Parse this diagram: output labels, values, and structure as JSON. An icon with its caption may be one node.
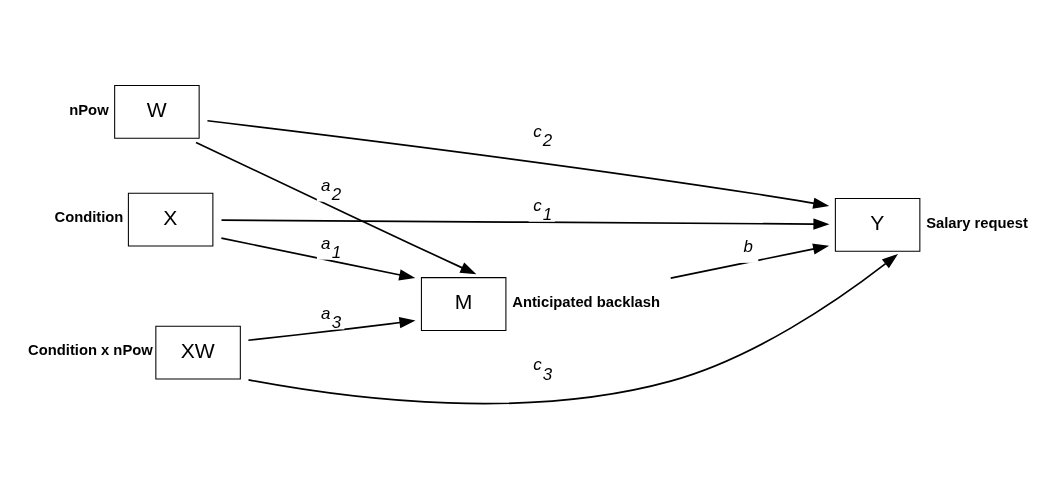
{
  "diagram": {
    "nodes": [
      {
        "text": [
          "M"
        ],
        "beside": [
          "Anticipated backlash"
        ]
      },
      {
        "text": [
          "X"
        ],
        "beside": [
          "Condition"
        ]
      },
      {
        "text": [
          "W"
        ],
        "beside": [
          "nPow"
        ]
      },
      {
        "text": [
          "XW"
        ],
        "beside": [
          "Condition x nPow"
        ]
      },
      {
        "text": [
          "Y"
        ],
        "beside": [
          "Salary request"
        ]
      }
    ],
    "edges": [
      {
        "from": 1,
        "to": 0,
        "arrow": "to",
        "label": "a$_{1}$"
      },
      {
        "from": 2,
        "to": 0,
        "arrow": "to",
        "label": "a$_{2}$"
      },
      {
        "from": 3,
        "to": 0,
        "arrow": "to",
        "label": "a$_{3}$"
      },
      {
        "from": 0,
        "to": 4,
        "arrow": "to",
        "label": "b"
      },
      {
        "from": 1,
        "to": 4,
        "arrow": "to",
        "label": "c$_{1}$"
      },
      {
        "from": 2,
        "to": 4,
        "arrow": "to",
        "label": "c$_{2}$"
      },
      {
        "from": 3,
        "to": 4,
        "arrow": "to",
        "label": "c$_{3}$"
      }
    ]
  }
}
